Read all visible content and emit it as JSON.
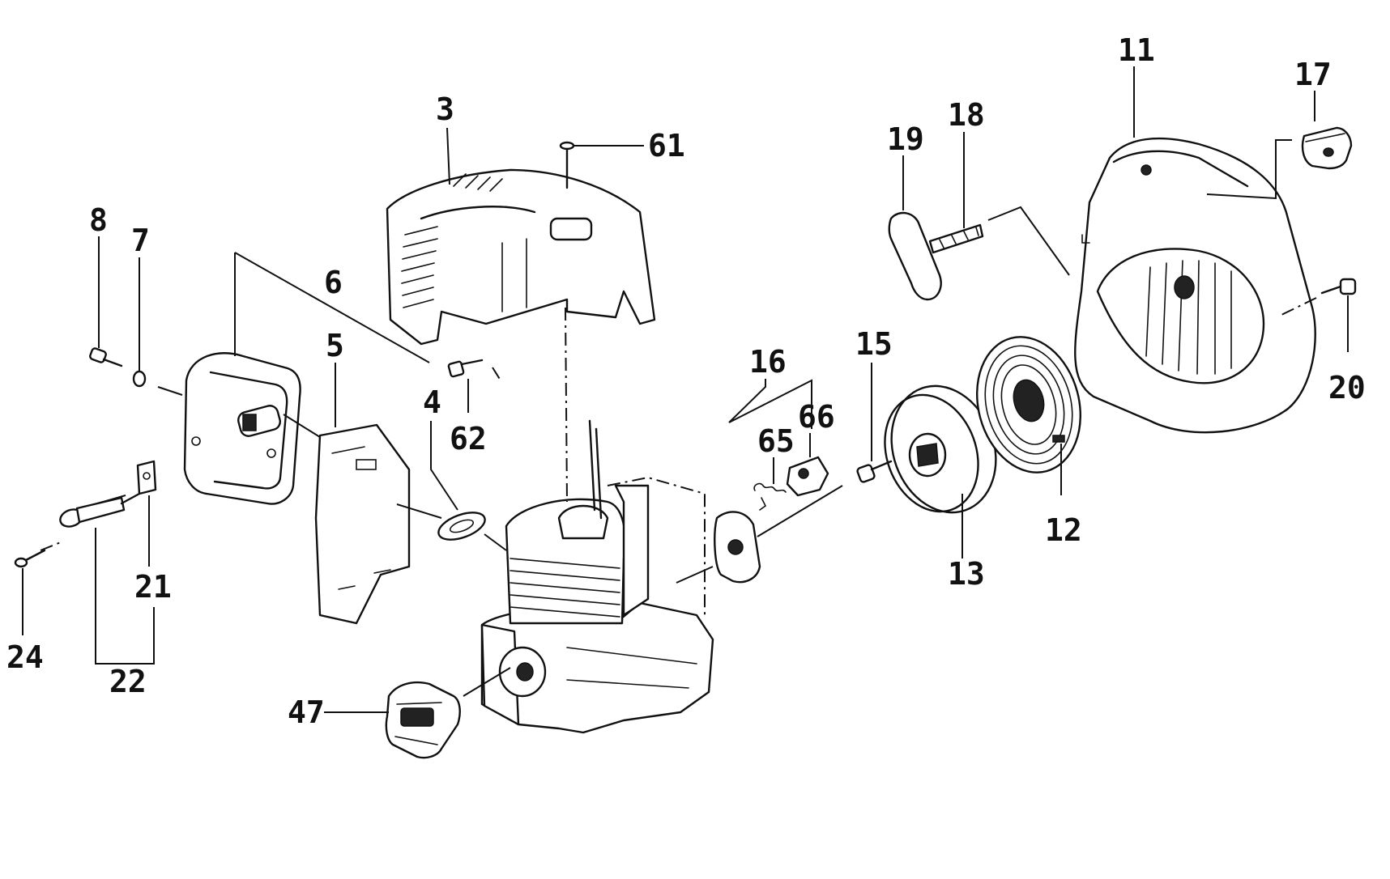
{
  "callouts": {
    "c3": "3",
    "c61": "61",
    "c8": "8",
    "c7": "7",
    "c6": "6",
    "c5": "5",
    "c4": "4",
    "c62": "62",
    "c21": "21",
    "c22": "22",
    "c24": "24",
    "c47": "47",
    "c16": "16",
    "c65": "65",
    "c66": "66",
    "c15": "15",
    "c13": "13",
    "c12": "12",
    "c11": "11",
    "c17": "17",
    "c19": "19",
    "c18": "18",
    "c20": "20"
  }
}
